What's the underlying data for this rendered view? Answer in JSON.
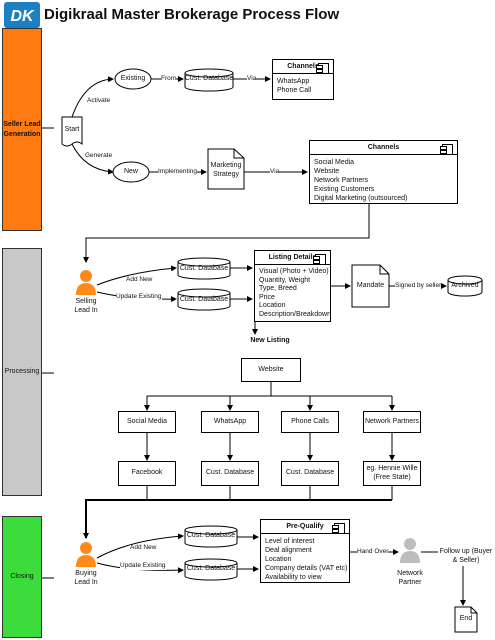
{
  "header": {
    "title": "Digikraal Master Brokerage Process Flow",
    "logo_text": "DK"
  },
  "colors": {
    "seller_lane": "#ff7a10",
    "processing_lane": "#c8c8c8",
    "closing_lane": "#3ddc3d",
    "person_orange": "#ff8a1a",
    "person_grey": "#bdbdbd",
    "logo_blue": "#1b7fc1"
  },
  "lanes": [
    {
      "label": "Seller Lead Generation"
    },
    {
      "label": "Processing"
    },
    {
      "label": "Closing"
    }
  ],
  "seller": {
    "start": "Start",
    "existing": "Existing",
    "new": "New",
    "cust_database": "Cust. Database",
    "marketing_strategy": "Marketing Strategy",
    "edge_activate": "Activate",
    "edge_generate": "Generate",
    "edge_from": "From",
    "edge_via_1": "Via",
    "edge_implementing": "Implementing",
    "edge_via_2": "Via",
    "channels_small": {
      "title": "Channels",
      "items": [
        "WhatsApp",
        "Phone Call"
      ]
    },
    "channels_large": {
      "title": "Channels",
      "items": [
        "Social Media",
        "Website",
        "Network Partners",
        "Existing Customers",
        "Digital Marketing (outsourced)"
      ]
    }
  },
  "processing": {
    "selling_lead": "Selling Lead In",
    "edge_add_new": "Add New",
    "edge_update_existing": "Update Existing",
    "cust_database_1": "Cust. Database",
    "cust_database_2": "Cust. Database",
    "listing_details": {
      "title": "Listing Details",
      "items": [
        "Visual (Photo + Video)",
        "Quantity, Weight",
        "Type, Breed",
        "Price",
        "Location",
        "Description/Breakdown"
      ]
    },
    "mandate": "Mandate",
    "edge_signed": "Signed by seller",
    "archived": "Archived",
    "new_listing": "New Listing",
    "website": "Website",
    "channels": [
      "Social Media",
      "WhatsApp",
      "Phone Calls",
      "Network Partners"
    ],
    "targets": [
      "Facebook",
      "Cust. Database",
      "Cust. Database",
      "eg. Hennie Wille (Free State)"
    ]
  },
  "closing": {
    "buying_lead": "Buying Lead In",
    "edge_add_new": "Add New",
    "edge_update_existing": "Update Existing",
    "cust_database_1": "Cust. Database",
    "cust_database_2": "Cust. Database",
    "prequalify": {
      "title": "Pre-Qualify",
      "items": [
        "Level of interest",
        "Deal alignment",
        "Location",
        "Company details (VAT etc)",
        "Availability to view"
      ]
    },
    "edge_hand_over": "Hand Over",
    "network_partner": "Network Partner",
    "edge_follow_up": "Follow up (Buyer & Seller)",
    "end": "End"
  }
}
